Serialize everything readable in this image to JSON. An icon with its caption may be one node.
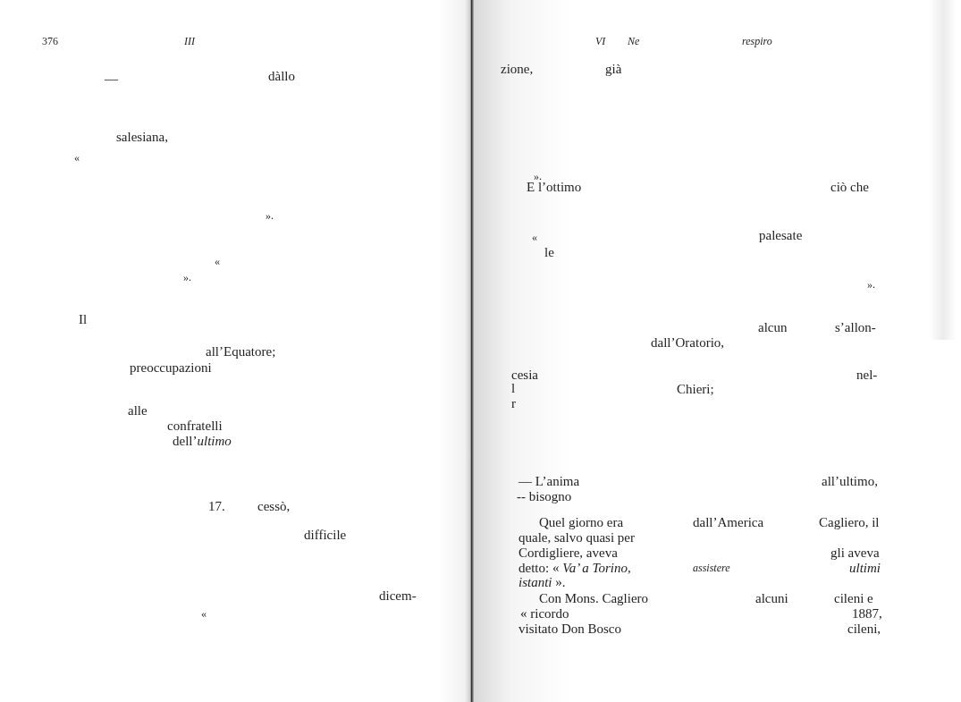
{
  "diagram": {
    "labels": [
      "376",
      "III",
      "—",
      "dàllo",
      "salesiana,",
      "«",
      "».",
      "«",
      "».",
      "Il",
      "all’Equatore;",
      "preoccupazioni",
      "alle",
      "confratelli",
      "dell’*ultimo*",
      "17.",
      "cessò,",
      "difficile",
      "dicem-",
      "«",
      "VI",
      "Ne",
      "respiro",
      "zione,",
      "già",
      "».",
      "E l’ottimo",
      "ciò che",
      "«",
      "palesate",
      "le",
      "».",
      "alcun",
      "s’allon-",
      "dall’Oratorio,",
      "cesia",
      "nel-",
      "l",
      "Chieri;",
      "r",
      "— L’anima",
      "all’ultimo,",
      "-- bisogno",
      "Quel giorno era",
      "dall’America",
      "Cagliero, il",
      "quale, salvo quasi per",
      "Cordigliere, aveva",
      "gli aveva",
      "detto: « *Va’ a Torino,*",
      "assistere",
      "ultimi",
      "*istanti* ».",
      "Con Mons. Cagliero",
      "alcuni",
      "cileni e",
      "« ricordo",
      "1887,",
      "visitato Don Bosco",
      "cileni,"
    ]
  }
}
